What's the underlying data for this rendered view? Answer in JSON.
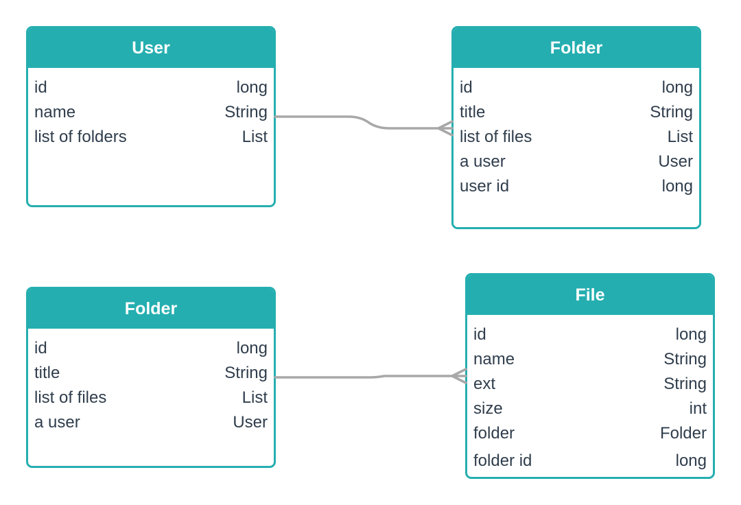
{
  "entities": {
    "user": {
      "title": "User",
      "fields": [
        {
          "name": "id",
          "type": "long"
        },
        {
          "name": "name",
          "type": "String"
        },
        {
          "name": "list of folders",
          "type": "List"
        }
      ]
    },
    "folder_top": {
      "title": "Folder",
      "fields": [
        {
          "name": "id",
          "type": "long"
        },
        {
          "name": "title",
          "type": "String"
        },
        {
          "name": "list of files",
          "type": "List"
        },
        {
          "name": "a user",
          "type": "User"
        },
        {
          "name": "user id",
          "type": "long"
        }
      ]
    },
    "folder_bottom": {
      "title": "Folder",
      "fields": [
        {
          "name": "id",
          "type": "long"
        },
        {
          "name": "title",
          "type": "String"
        },
        {
          "name": "list of files",
          "type": "List"
        },
        {
          "name": "a user",
          "type": "User"
        }
      ]
    },
    "file": {
      "title": "File",
      "fields": [
        {
          "name": "id",
          "type": "long"
        },
        {
          "name": "name",
          "type": "String"
        },
        {
          "name": "ext",
          "type": "String"
        },
        {
          "name": "size",
          "type": "int"
        },
        {
          "name": "folder",
          "type": "Folder"
        },
        {
          "name": "folder id",
          "type": "long"
        }
      ]
    }
  },
  "relationships": [
    {
      "from": "user",
      "to": "folder_top",
      "cardinality": "one-to-many"
    },
    {
      "from": "folder_bottom",
      "to": "file",
      "cardinality": "one-to-many"
    }
  ],
  "colors": {
    "entity_accent": "#25aeb0",
    "connector": "#a8a8a8",
    "text": "#2f3d4c"
  }
}
